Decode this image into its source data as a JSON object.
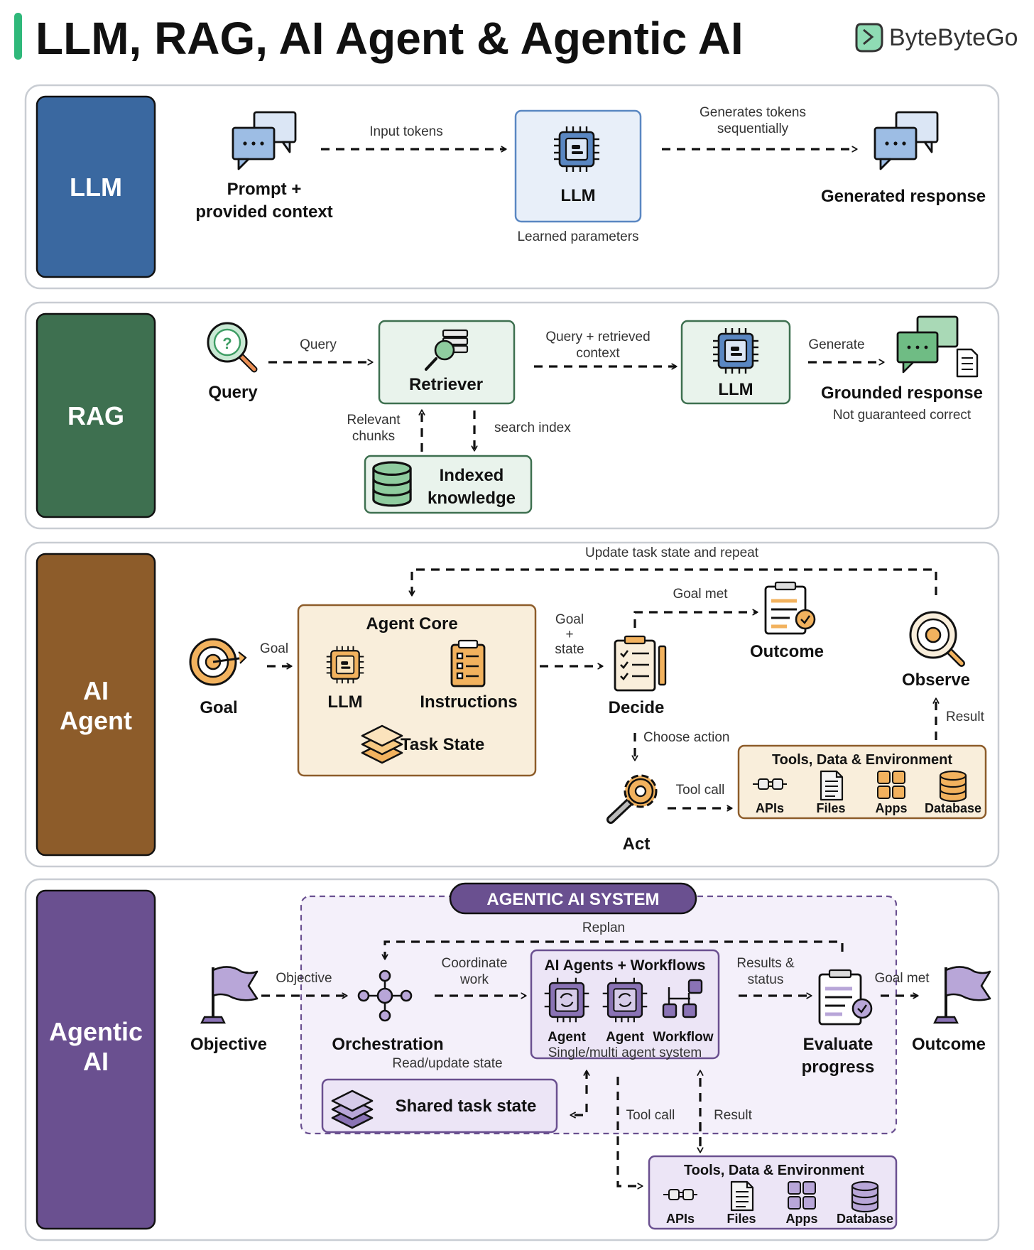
{
  "header": {
    "title": "LLM, RAG, AI Agent & Agentic AI",
    "brand": "ByteByteGo",
    "accent": "#2fb87a"
  },
  "colors": {
    "llm": "#3a68a0",
    "rag": "#3e7050",
    "agent": "#8d5c2a",
    "agentic": "#6a5090"
  },
  "llm": {
    "label": "LLM",
    "prompt": [
      "Prompt +",
      "provided context"
    ],
    "input_tokens": "Input tokens",
    "model": "LLM",
    "learned": "Learned parameters",
    "generates": [
      "Generates tokens",
      "sequentially"
    ],
    "response": "Generated response"
  },
  "rag": {
    "label": "RAG",
    "query": "Query",
    "query_edge": "Query",
    "retriever": "Retriever",
    "query_ctx": [
      "Query + retrieved",
      "context"
    ],
    "model": "LLM",
    "generate": "Generate",
    "response": "Grounded response",
    "note": "Not guaranteed correct",
    "relevant": [
      "Relevant",
      "chunks"
    ],
    "search": "search index",
    "indexed": [
      "Indexed",
      "knowledge"
    ]
  },
  "agent": {
    "label": [
      "AI",
      "Agent"
    ],
    "goal": "Goal",
    "goal_edge": "Goal",
    "core": "Agent Core",
    "llm": "LLM",
    "instructions": "Instructions",
    "task_state": "Task State",
    "goal_state": [
      "Goal",
      "+",
      "state"
    ],
    "decide": "Decide",
    "goal_met": "Goal met",
    "outcome": "Outcome",
    "update": "Update task state and repeat",
    "observe": "Observe",
    "result": "Result",
    "choose": "Choose action",
    "act": "Act",
    "tool_call": "Tool call",
    "tools_title": "Tools, Data & Environment",
    "tools": [
      "APIs",
      "Files",
      "Apps",
      "Database"
    ]
  },
  "agentic": {
    "label": [
      "Agentic",
      "AI"
    ],
    "system": "AGENTIC AI SYSTEM",
    "objective": "Objective",
    "objective_edge": "Objective",
    "orchestration": "Orchestration",
    "coordinate": [
      "Coordinate",
      "work"
    ],
    "replan": "Replan",
    "agents_title": "AI Agents + Workflows",
    "agents": [
      "Agent",
      "Agent",
      "Workflow"
    ],
    "agents_note": "Single/multi agent system",
    "results_status": [
      "Results &",
      "status"
    ],
    "evaluate": [
      "Evaluate",
      "progress"
    ],
    "goal_met": "Goal met",
    "outcome": "Outcome",
    "read_update": "Read/update state",
    "shared": "Shared task state",
    "tool_call": "Tool call",
    "result": "Result",
    "tools_title": "Tools, Data & Environment",
    "tools": [
      "APIs",
      "Files",
      "Apps",
      "Database"
    ]
  }
}
